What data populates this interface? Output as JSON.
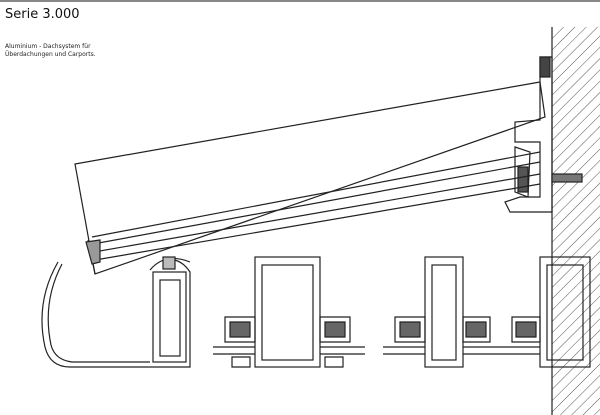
{
  "header": {
    "title": "Serie 3.000",
    "subtitle_line1": "Aluminium - Dachsystem für",
    "subtitle_line2": "Überdachungen und Carports."
  },
  "colors": {
    "line": "#222222",
    "hatch": "#555555"
  }
}
